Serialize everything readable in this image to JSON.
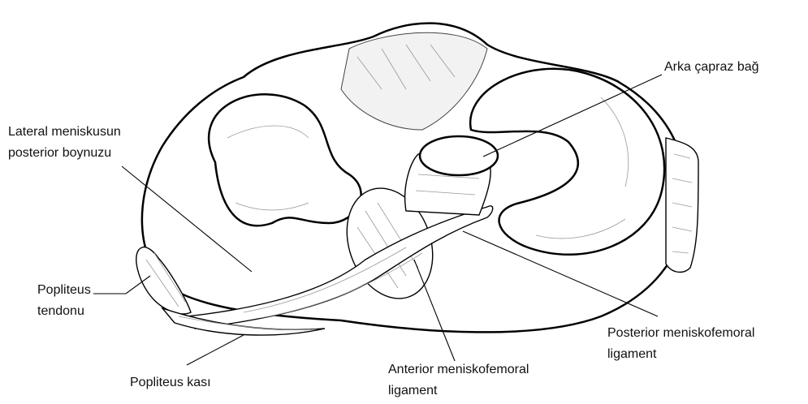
{
  "labels": {
    "arka_capraz_bag": "Arka çapraz bağ",
    "lateral_meniskus_line1": "Lateral meniskusun",
    "lateral_meniskus_line2": "posterior boynuzu",
    "popliteus_tendon_line1": "Popliteus",
    "popliteus_tendon_line2": "tendonu",
    "popliteus_kasi": "Popliteus kası",
    "anterior_mfl_line1": "Anterior meniskofemoral",
    "anterior_mfl_line2": "ligament",
    "posterior_mfl_line1": "Posterior meniskofemoral",
    "posterior_mfl_line2": "ligament"
  }
}
